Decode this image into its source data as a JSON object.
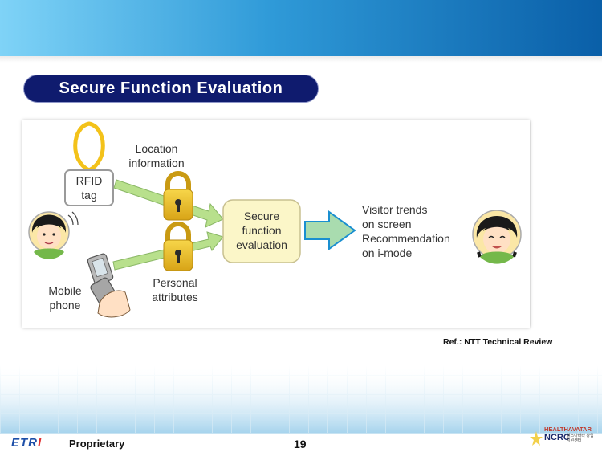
{
  "slide": {
    "title": "Secure Function Evaluation",
    "reference": "Ref.: NTT Technical Review",
    "page_number": "19"
  },
  "diagram": {
    "rfid_label": [
      "RFID",
      "tag"
    ],
    "location_label": [
      "Location",
      "information"
    ],
    "mobile_label": [
      "Mobile",
      "phone"
    ],
    "personal_label": [
      "Personal",
      "attributes"
    ],
    "sfe_label": [
      "Secure",
      "function",
      "evaluation"
    ],
    "output_label": [
      "Visitor trends",
      "on screen",
      "Recommendation",
      "on i-mode"
    ],
    "colors": {
      "tag_ring": "#f3c21a",
      "arrow_green": "#b8e08c",
      "lock_gold": "#e6b620",
      "sfe_box_fill": "#fbf6c8",
      "output_arrow": "#a9dcaf",
      "output_arrow_border": "#1a8fd0"
    }
  },
  "footer": {
    "brand_left": "ETR",
    "brand_right": "I",
    "proprietary": "Proprietary",
    "logo_top": "HEALTHAVATAR",
    "logo_main": "NCRC",
    "logo_sub": "헬스아바타 창업지원센터"
  }
}
